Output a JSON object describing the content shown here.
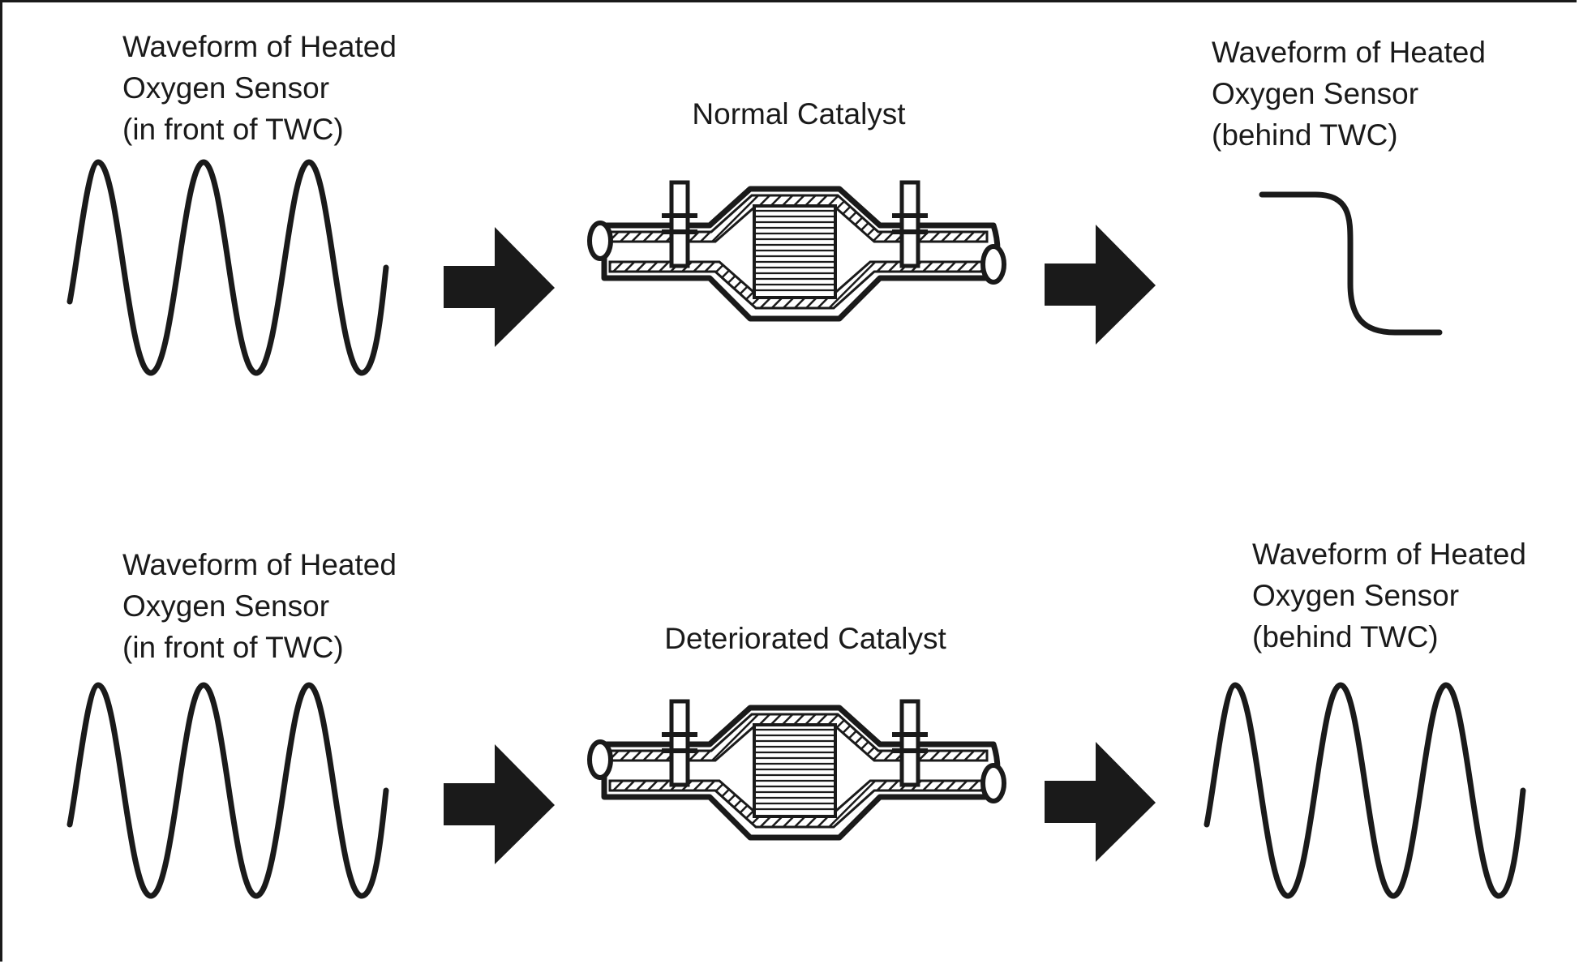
{
  "rows": [
    {
      "input_label": [
        "Waveform of Heated",
        "Oxygen Sensor",
        "(in front of TWC)"
      ],
      "catalyst_label": "Normal Catalyst",
      "output_label": [
        "Waveform of Heated",
        "Oxygen Sensor",
        "(behind TWC)"
      ],
      "output_waveform": "flat-step-down"
    },
    {
      "input_label": [
        "Waveform of Heated",
        "Oxygen Sensor",
        "(in front of TWC)"
      ],
      "catalyst_label": "Deteriorated Catalyst",
      "output_label": [
        "Waveform of Heated",
        "Oxygen Sensor",
        "(behind TWC)"
      ],
      "output_waveform": "oscillating"
    }
  ],
  "colors": {
    "ink": "#1a1a1a",
    "background": "#ffffff"
  }
}
